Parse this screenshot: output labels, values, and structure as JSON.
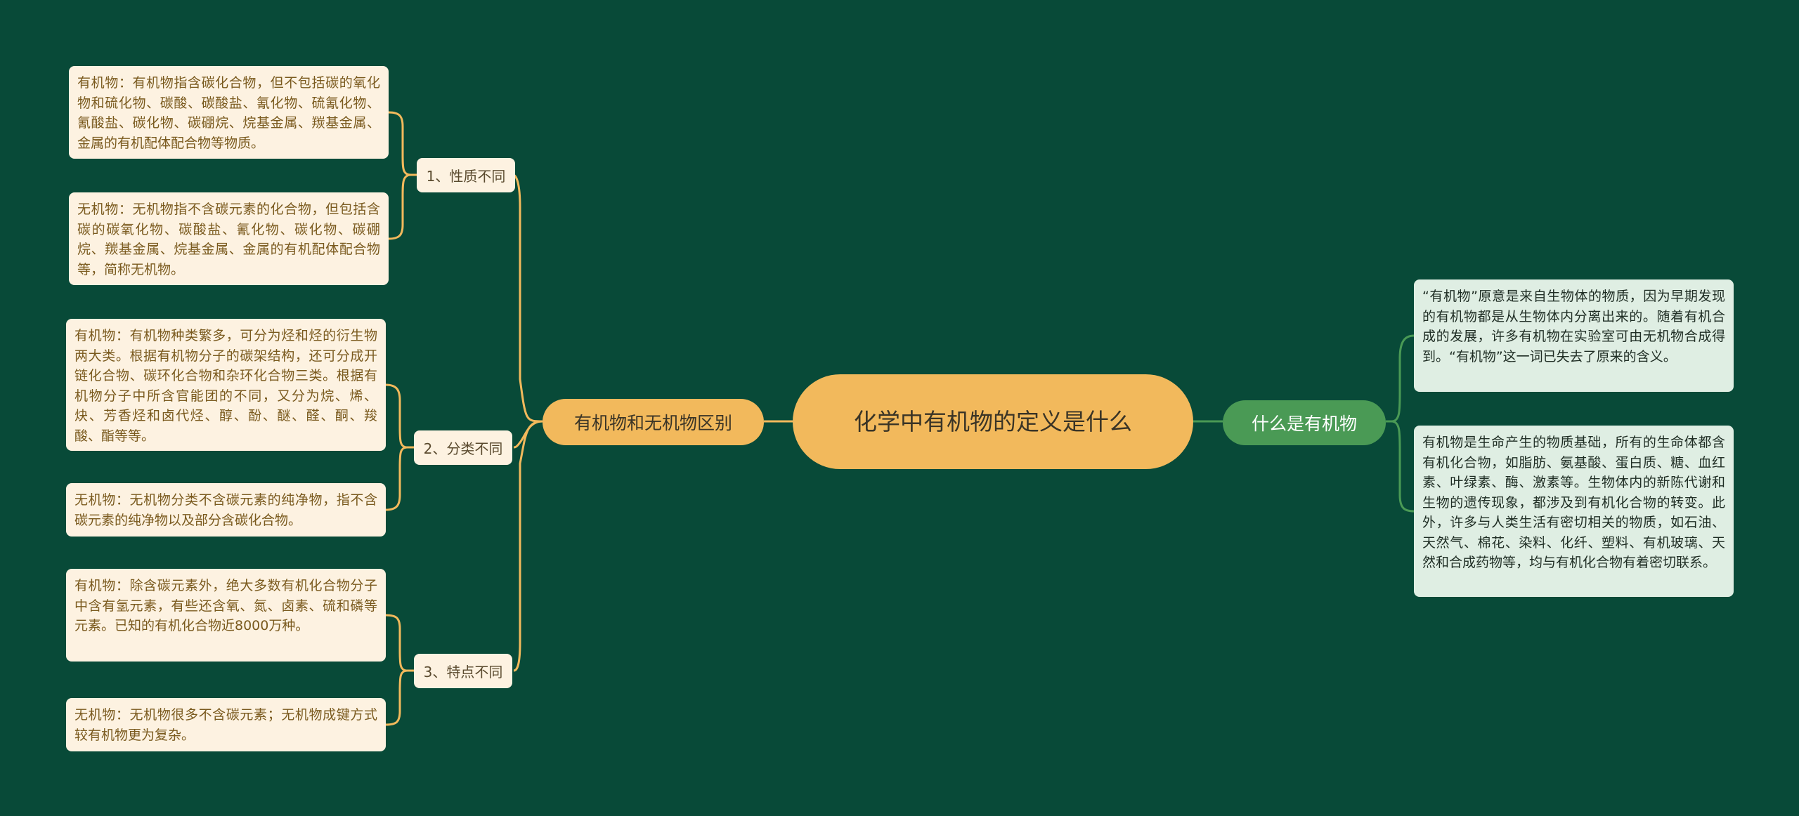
{
  "root": {
    "title": "化学中有机物的定义是什么"
  },
  "left_branch": {
    "label": "有机物和无机物区别",
    "groups": [
      {
        "label": "1、性质不同",
        "items": [
          "有机物：有机物指含碳化合物，但不包括碳的氧化物和硫化物、碳酸、碳酸盐、氰化物、硫氰化物、氰酸盐、碳化物、碳硼烷、烷基金属、羰基金属、金属的有机配体配合物等物质。",
          "无机物：无机物指不含碳元素的化合物，但包括含碳的碳氧化物、碳酸盐、氰化物、碳化物、碳硼烷、羰基金属、烷基金属、金属的有机配体配合物等，简称无机物。"
        ]
      },
      {
        "label": "2、分类不同",
        "items": [
          "有机物：有机物种类繁多，可分为烃和烃的衍生物两大类。根据有机物分子的碳架结构，还可分成开链化合物、碳环化合物和杂环化合物三类。根据有机物分子中所含官能团的不同，又分为烷、烯、炔、芳香烃和卤代烃、醇、酚、醚、醛、酮、羧酸、酯等等。",
          "无机物：无机物分类不含碳元素的纯净物，指不含碳元素的纯净物以及部分含碳化合物。"
        ]
      },
      {
        "label": "3、特点不同",
        "items": [
          "有机物：除含碳元素外，绝大多数有机化合物分子中含有氢元素，有些还含氧、氮、卤素、硫和磷等元素。已知的有机化合物近8000万种。",
          "无机物：无机物很多不含碳元素；无机物成键方式较有机物更为复杂。"
        ]
      }
    ]
  },
  "right_branch": {
    "label": "什么是有机物",
    "items": [
      "“有机物”原意是来自生物体的物质，因为早期发现的有机物都是从生物体内分离出来的。随着有机合成的发展，许多有机物在实验室可由无机物合成得到。“有机物”这一词已失去了原来的含义。",
      "有机物是生命产生的物质基础，所有的生命体都含有机化合物，如脂肪、氨基酸、蛋白质、糖、血红素、叶绿素、酶、激素等。生物体内的新陈代谢和生物的遗传现象，都涉及到有机化合物的转变。此外，许多与人类生活有密切相关的物质，如石油、天然气、棉花、染料、化纤、塑料、有机玻璃、天然和合成药物等，均与有机化合物有着密切联系。"
    ]
  },
  "colors": {
    "background": "#084a38",
    "accent": "#f2b95c",
    "right_accent": "#4a9a55",
    "leaf_bg": "#fdf2e1",
    "leaf_right_bg": "#dfeee3"
  }
}
